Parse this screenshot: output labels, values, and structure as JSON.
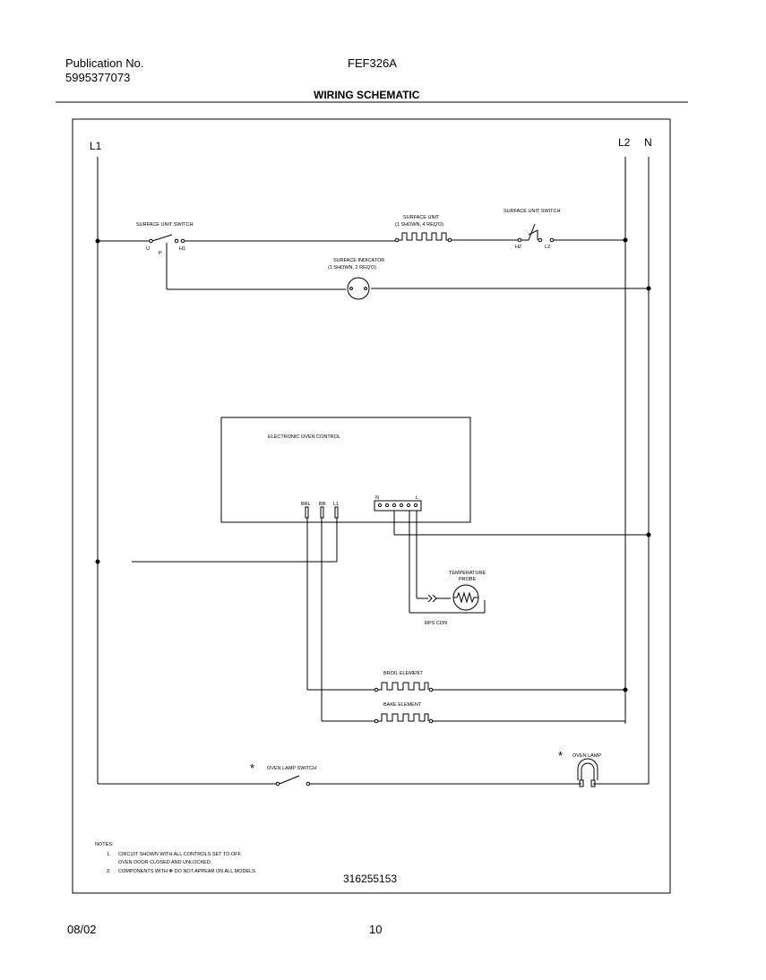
{
  "header": {
    "publication_label": "Publication No.",
    "publication_number": "5995377073",
    "model": "FEF326A",
    "title": "WIRING SCHEMATIC"
  },
  "rails": {
    "l1": "L1",
    "l2": "L2",
    "n": "N"
  },
  "components": {
    "surface_unit_switch_left": "SURFACE UNIT SWITCH",
    "switch_left_u": "U",
    "switch_left_p": "P",
    "switch_left_h1": "H1",
    "surface_unit": "SURFACE UNIT",
    "surface_unit_qty": "(1 SHOWN, 4 REQ'D)",
    "surface_unit_switch_right": "SURFACE UNIT SWITCH",
    "switch_right_h2": "H2",
    "switch_right_l2": "L2",
    "surface_indicator": "SURFACE INDICATOR",
    "surface_indicator_qty": "(1 SHOWN, 2 REQ'D)",
    "eoc": "ELECTRONIC OVEN CONTROL",
    "term_brl": "BRL",
    "term_br": "BR",
    "term_l1": "L1",
    "term_n": "N",
    "term_l": "L",
    "temp_probe_1": "TEMPERATURE",
    "temp_probe_2": "PROBE",
    "rps_con": "RPS CON",
    "broil_element": "BROIL ELEMENT",
    "bake_element": "BAKE ELEMENT",
    "oven_lamp_switch": "OVEN LAMP SWITCH",
    "oven_lamp": "OVEN LAMP",
    "asterisk": "*"
  },
  "notes": {
    "heading": "NOTES:",
    "n1_num": "1.",
    "n1_line1": "CIRCUIT SHOWN WITH ALL CONTROLS SET TO OFF.",
    "n1_line2": "OVEN DOOR CLOSED AND UNLOCKED.",
    "n2_num": "2.",
    "n2_line": "COMPONENTS WITH ✻ DO NOT APPEAR ON ALL MODELS."
  },
  "diagram_number": "316255153",
  "footer": {
    "date": "08/02",
    "page": "10"
  }
}
